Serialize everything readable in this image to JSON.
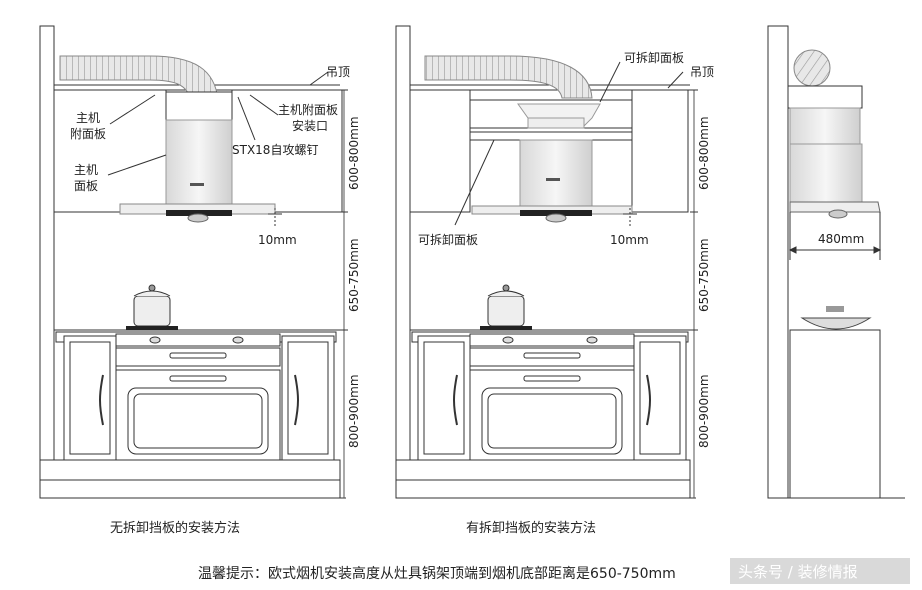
{
  "left": {
    "label_ceiling": "吊顶",
    "label_panel_attach_1": "主机",
    "label_panel_attach_2": "附面板",
    "label_panel_1": "主机",
    "label_panel_2": "面板",
    "label_install_1": "主机附面板",
    "label_install_2": "安装口",
    "label_screw": "STX18自攻螺钉",
    "dim_gap": "10mm",
    "dim_upper": "600-800mm",
    "dim_mid": "650-750mm",
    "dim_lower": "800-900mm",
    "caption": "无拆卸挡板的安装方法"
  },
  "middle": {
    "label_removable_top": "可拆卸面板",
    "label_ceiling": "吊顶",
    "label_removable_bottom": "可拆卸面板",
    "dim_gap": "10mm",
    "dim_upper": "600-800mm",
    "dim_mid": "650-750mm",
    "dim_lower": "800-900mm",
    "caption": "有拆卸挡板的安装方法"
  },
  "right": {
    "dim_depth": "480mm"
  },
  "tip": "温馨提示：欧式烟机安装高度从灶具锅架顶端到烟机底部距离是650-750mm",
  "watermark": "头条号 / 装修情报"
}
